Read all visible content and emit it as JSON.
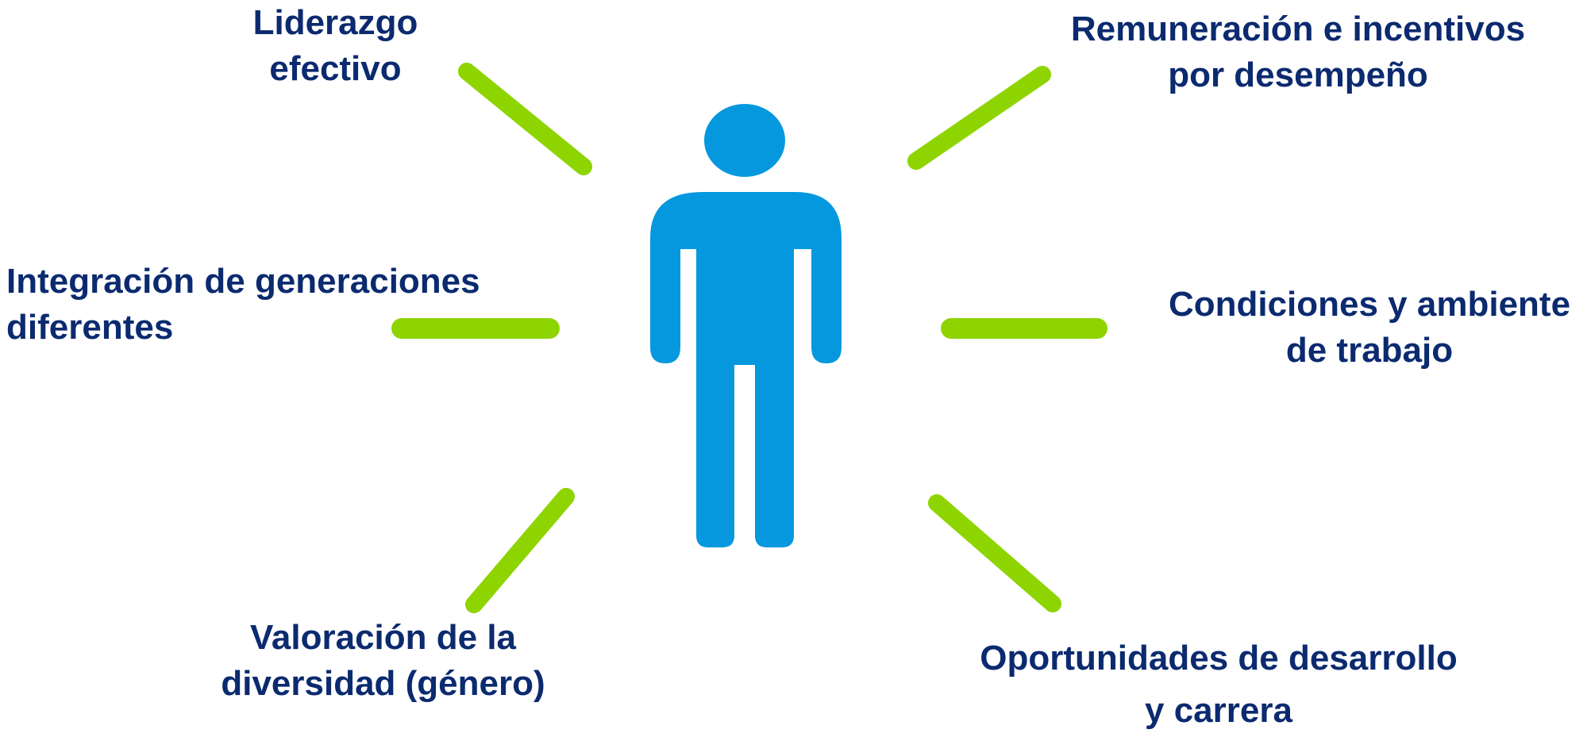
{
  "colors": {
    "figure": "#0598de",
    "rays": "#8ed400",
    "text": "#0b2a6f"
  },
  "icons": {
    "center": "person-icon"
  },
  "labels": {
    "leadership": {
      "line1": "Liderazgo",
      "line2": "efectivo"
    },
    "remuneration": {
      "line1": "Remuneración e incentivos",
      "line2": "por desempeño"
    },
    "generations": {
      "line1": "Integración de generaciones",
      "line2": "diferentes"
    },
    "conditions": {
      "line1": "Condiciones y ambiente",
      "line2": "de trabajo"
    },
    "diversity": {
      "line1": "Valoración de la",
      "line2": "diversidad (género)"
    },
    "opportunities": {
      "line1": "Oportunidades de desarrollo",
      "line2": "y carrera"
    }
  }
}
